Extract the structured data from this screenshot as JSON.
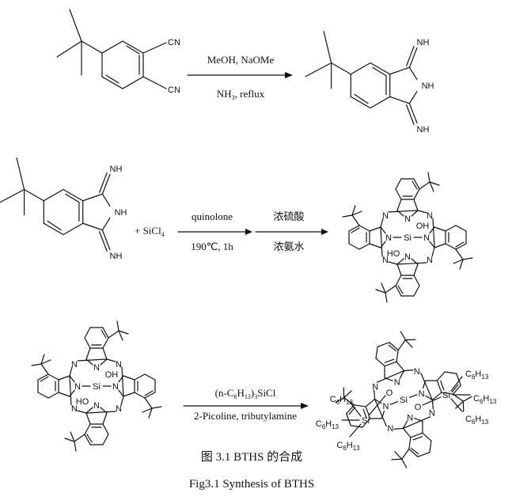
{
  "reaction1": {
    "reactant_labels": {
      "cn_top": "CN",
      "cn_bottom": "CN"
    },
    "conditions_above": "MeOH, NaOMe",
    "conditions_below": {
      "text": "NH",
      "sub": "3",
      "rest": ", reflux"
    },
    "product_labels": {
      "nh_top": "NH",
      "nh_mid": "NH",
      "nh_bottom": "NH"
    }
  },
  "reaction2": {
    "reactant_labels": {
      "nh_top": "NH",
      "nh_mid": "NH",
      "nh_bottom": "NH"
    },
    "plus_reagent": {
      "text": "+ SiCl",
      "sub": "4"
    },
    "step1_above": "quinolone",
    "step1_below": "190℃, 1h",
    "step2_above": "浓硫酸",
    "step2_below": "浓氨水",
    "product_labels": {
      "n": "N",
      "si": "Si",
      "oh": "OH",
      "ho": "HO"
    }
  },
  "reaction3": {
    "reactant_labels": {
      "n": "N",
      "si": "Si",
      "oh": "OH",
      "ho": "HO"
    },
    "conditions_above": {
      "text": "(n-C",
      "sub1": "6",
      "mid": "H",
      "sub2": "13",
      "rest": ")",
      "sub3": "3",
      "end": "SiCl"
    },
    "conditions_below": "2-Picoline, tributylamine",
    "product_labels": {
      "n": "N",
      "si": "Si",
      "o": "O",
      "hexyl": {
        "c": "C",
        "c_sub": "6",
        "h": "H",
        "h_sub": "13"
      }
    }
  },
  "caption_cn": "图 3.1 BTHS 的合成",
  "caption_en": "Fig3.1 Synthesis of BTHS"
}
